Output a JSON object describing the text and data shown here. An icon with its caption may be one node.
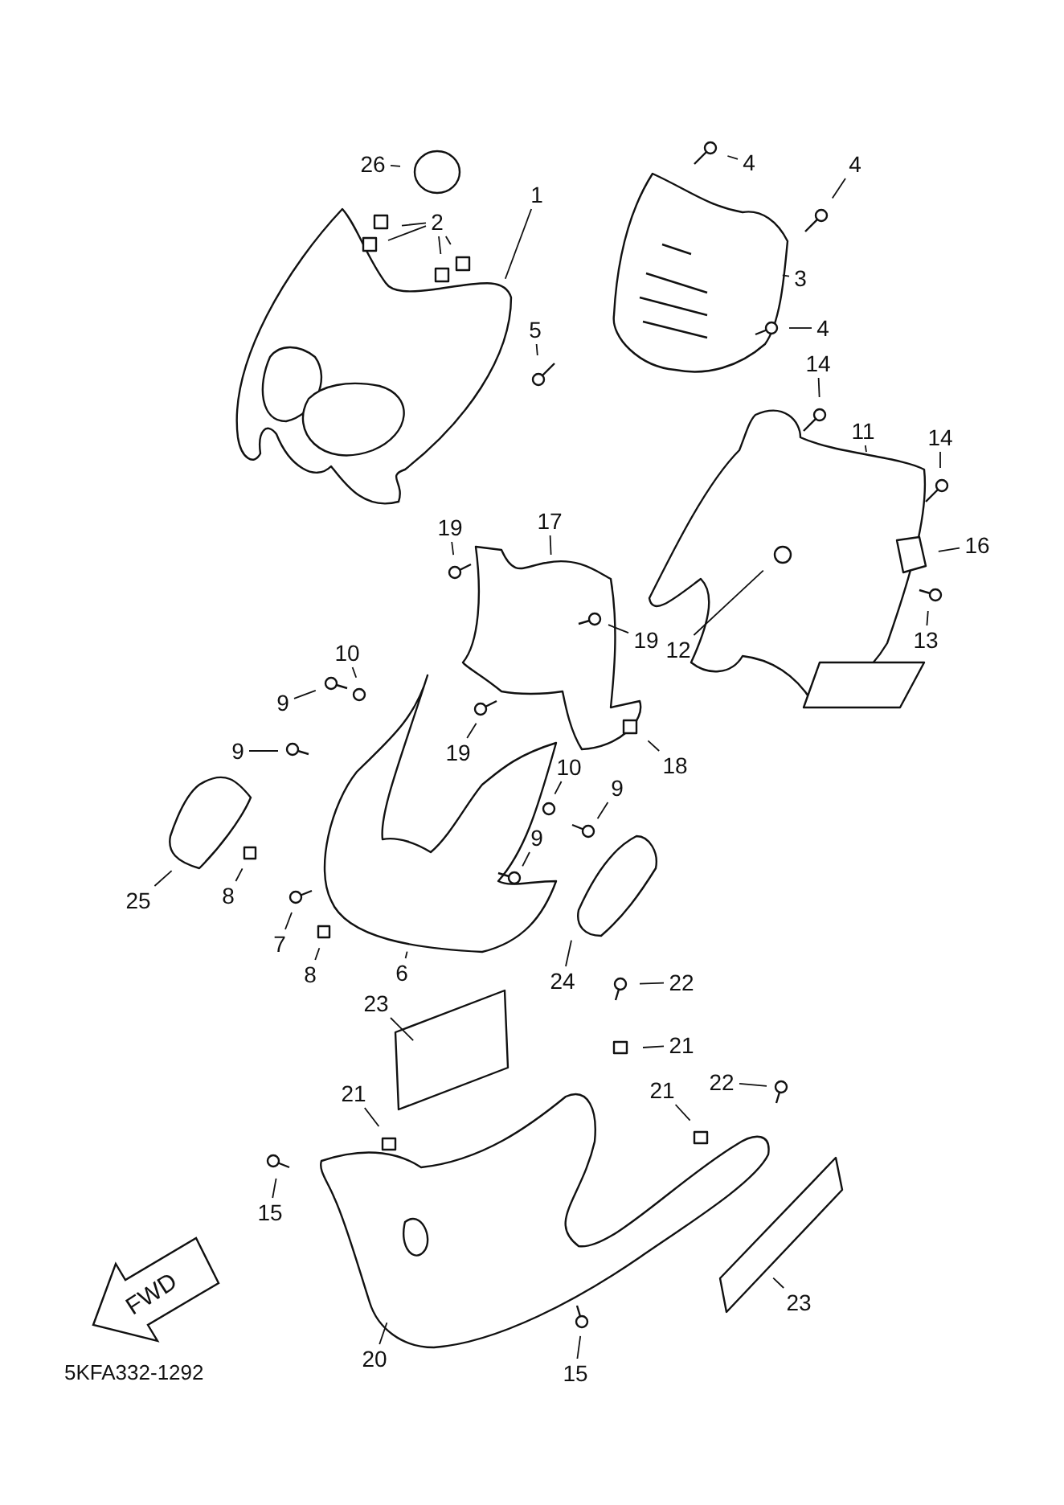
{
  "diagram": {
    "nodes": [
      {
        "text": [
          "26"
        ]
      },
      {
        "text": [
          "2"
        ]
      },
      {
        "text": [
          "1"
        ]
      },
      {
        "text": [
          "4"
        ]
      },
      {
        "text": [
          "4"
        ]
      },
      {
        "text": [
          "3"
        ]
      },
      {
        "text": [
          "4"
        ]
      },
      {
        "text": [
          "5"
        ]
      },
      {
        "text": [
          "14"
        ]
      },
      {
        "text": [
          "11"
        ]
      },
      {
        "text": [
          "14"
        ]
      },
      {
        "text": [
          "16"
        ]
      },
      {
        "text": [
          "13"
        ]
      },
      {
        "text": [
          "12"
        ]
      },
      {
        "text": [
          "17"
        ]
      },
      {
        "text": [
          "19"
        ]
      },
      {
        "text": [
          "19"
        ]
      },
      {
        "text": [
          "10"
        ]
      },
      {
        "text": [
          "9"
        ]
      },
      {
        "text": [
          "19"
        ]
      },
      {
        "text": [
          "18"
        ]
      },
      {
        "text": [
          "9"
        ]
      },
      {
        "text": [
          "10"
        ]
      },
      {
        "text": [
          "9"
        ]
      },
      {
        "text": [
          "9"
        ]
      },
      {
        "text": [
          "25"
        ]
      },
      {
        "text": [
          "8"
        ]
      },
      {
        "text": [
          "7"
        ]
      },
      {
        "text": [
          "8"
        ]
      },
      {
        "text": [
          "6"
        ]
      },
      {
        "text": [
          "24"
        ]
      },
      {
        "text": [
          "22"
        ]
      },
      {
        "text": [
          "23"
        ]
      },
      {
        "text": [
          "21"
        ]
      },
      {
        "text": [
          "21"
        ]
      },
      {
        "text": [
          "22"
        ]
      },
      {
        "text": [
          "21"
        ]
      },
      {
        "text": [
          "15"
        ]
      },
      {
        "text": [
          "20"
        ]
      },
      {
        "text": [
          "23"
        ]
      },
      {
        "text": [
          "15"
        ]
      }
    ],
    "edges": [
      {
        "from": 0,
        "to": null,
        "arrow": "none"
      },
      {
        "from": 1,
        "to": null,
        "arrow": "none"
      },
      {
        "from": 1,
        "to": null,
        "arrow": "none"
      },
      {
        "from": 1,
        "to": null,
        "arrow": "none"
      },
      {
        "from": 1,
        "to": null,
        "arrow": "none"
      },
      {
        "from": 2,
        "to": null,
        "arrow": "none"
      },
      {
        "from": 3,
        "to": null,
        "arrow": "none"
      },
      {
        "from": 4,
        "to": null,
        "arrow": "none"
      },
      {
        "from": 5,
        "to": null,
        "arrow": "none"
      },
      {
        "from": 6,
        "to": null,
        "arrow": "none"
      },
      {
        "from": 7,
        "to": null,
        "arrow": "none"
      },
      {
        "from": 8,
        "to": null,
        "arrow": "none"
      },
      {
        "from": 9,
        "to": null,
        "arrow": "none"
      },
      {
        "from": 10,
        "to": null,
        "arrow": "none"
      },
      {
        "from": 11,
        "to": null,
        "arrow": "none"
      },
      {
        "from": 12,
        "to": null,
        "arrow": "none"
      },
      {
        "from": 13,
        "to": null,
        "arrow": "none"
      },
      {
        "from": 14,
        "to": null,
        "arrow": "none"
      },
      {
        "from": 15,
        "to": null,
        "arrow": "none"
      },
      {
        "from": 16,
        "to": null,
        "arrow": "none"
      },
      {
        "from": 17,
        "to": null,
        "arrow": "none"
      },
      {
        "from": 18,
        "to": null,
        "arrow": "none"
      },
      {
        "from": 19,
        "to": null,
        "arrow": "none"
      },
      {
        "from": 20,
        "to": null,
        "arrow": "none"
      },
      {
        "from": 21,
        "to": null,
        "arrow": "none"
      },
      {
        "from": 22,
        "to": null,
        "arrow": "none"
      },
      {
        "from": 23,
        "to": null,
        "arrow": "none"
      },
      {
        "from": 24,
        "to": null,
        "arrow": "none"
      },
      {
        "from": 25,
        "to": null,
        "arrow": "none"
      },
      {
        "from": 26,
        "to": null,
        "arrow": "none"
      },
      {
        "from": 27,
        "to": null,
        "arrow": "none"
      },
      {
        "from": 28,
        "to": null,
        "arrow": "none"
      },
      {
        "from": 29,
        "to": null,
        "arrow": "none"
      },
      {
        "from": 30,
        "to": null,
        "arrow": "none"
      },
      {
        "from": 31,
        "to": null,
        "arrow": "none"
      },
      {
        "from": 32,
        "to": null,
        "arrow": "none"
      },
      {
        "from": 33,
        "to": null,
        "arrow": "none"
      },
      {
        "from": 34,
        "to": null,
        "arrow": "none"
      },
      {
        "from": 35,
        "to": null,
        "arrow": "none"
      },
      {
        "from": 36,
        "to": null,
        "arrow": "none"
      },
      {
        "from": 37,
        "to": null,
        "arrow": "none"
      },
      {
        "from": 38,
        "to": null,
        "arrow": "none"
      },
      {
        "from": 39,
        "to": null,
        "arrow": "none"
      },
      {
        "from": 40,
        "to": null,
        "arrow": "none"
      }
    ],
    "labels": [
      "FWD",
      "5KFA332-1292"
    ]
  }
}
